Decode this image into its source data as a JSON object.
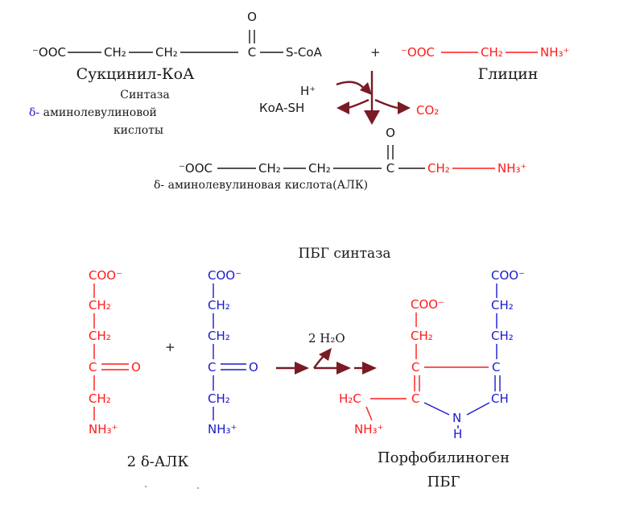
{
  "colors": {
    "black": "#1a1a1a",
    "red": "#ff1a1a",
    "blue": "#1a1acc",
    "arrow": "#7a1a24"
  },
  "reaction1": {
    "succinyl_formula": {
      "oxygen": "O",
      "ooc": "⁻OOC",
      "ch2_a": "CH₂",
      "ch2_b": "CH₂",
      "c": "C",
      "scoa": "S-CoA",
      "plus": "+"
    },
    "glycine_formula": {
      "ooc": "⁻OOC",
      "ch2": "CH₂",
      "nh3": "NH₃⁺"
    },
    "succinyl_name": "Сукцинил-КоА",
    "glycine_name": "Глицин",
    "proton": "H⁺",
    "enzyme_line1": "Синтаза",
    "enzyme_line2_prefix": "δ-",
    "enzyme_line2": " аминолевулиновой",
    "enzyme_line3": "кислоты",
    "coa_sh": "КоА-SH",
    "co2": "CO₂",
    "product_formula": {
      "oxygen": "O",
      "ooc": "⁻OOC",
      "ch2_a": "CH₂",
      "ch2_b": "CH₂",
      "c": "C",
      "ch2_c": "CH₂",
      "nh3": "NH₃⁺"
    },
    "product_name": "δ- аминолевулиновая кислота(АЛК)"
  },
  "reaction2": {
    "enzyme": "ПБГ синтаза",
    "ala_red": {
      "coo": "COO⁻",
      "ch2_a": "CH₂",
      "ch2_b": "CH₂",
      "c": "C",
      "o": "O",
      "ch2_c": "CH₂",
      "nh3": "NH₃⁺"
    },
    "plus": "+",
    "ala_blue": {
      "coo": "COO⁻",
      "ch2_a": "CH₂",
      "ch2_b": "CH₂",
      "c": "C",
      "o": "O",
      "ch2_c": "CH₂",
      "nh3": "NH₃⁺"
    },
    "water": "2 H₂O",
    "pbg": {
      "coo_red": "COO⁻",
      "ch2_red": "CH₂",
      "c_red": "C",
      "h2c": "H₂C",
      "c_red2": "C",
      "nh3": "NH₃⁺",
      "n": "N",
      "h": "H",
      "coo_blue": "COO⁻",
      "ch2_blue_a": "CH₂",
      "ch2_blue_b": "CH₂",
      "c_blue": "C",
      "ch": "CH"
    },
    "ala_label": "2 δ-АЛК",
    "pbg_name": "Порфобилиноген",
    "pbg_abbr": "ПБГ"
  }
}
